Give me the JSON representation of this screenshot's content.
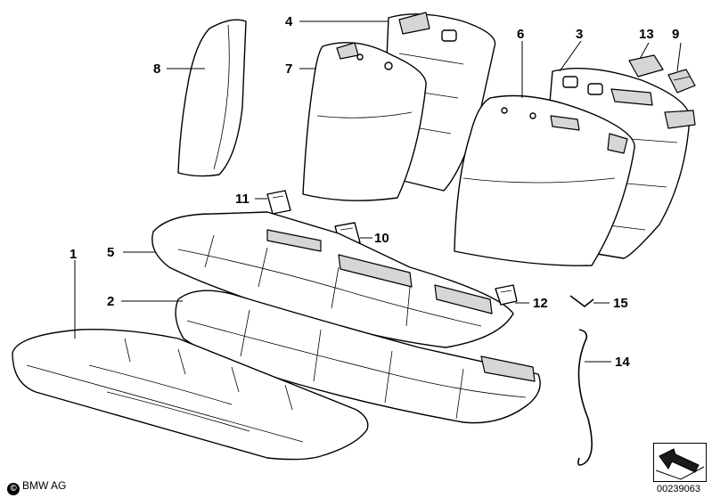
{
  "callouts": {
    "c1": "1",
    "c2": "2",
    "c3": "3",
    "c4": "4",
    "c5": "5",
    "c6": "6",
    "c7": "7",
    "c8": "8",
    "c9": "9",
    "c10": "10",
    "c11": "11",
    "c12": "12",
    "c13": "13",
    "c14": "14",
    "c15": "15"
  },
  "footer": {
    "copyright_symbol": "©",
    "brand": "BMW AG",
    "document_number": "00239063"
  }
}
